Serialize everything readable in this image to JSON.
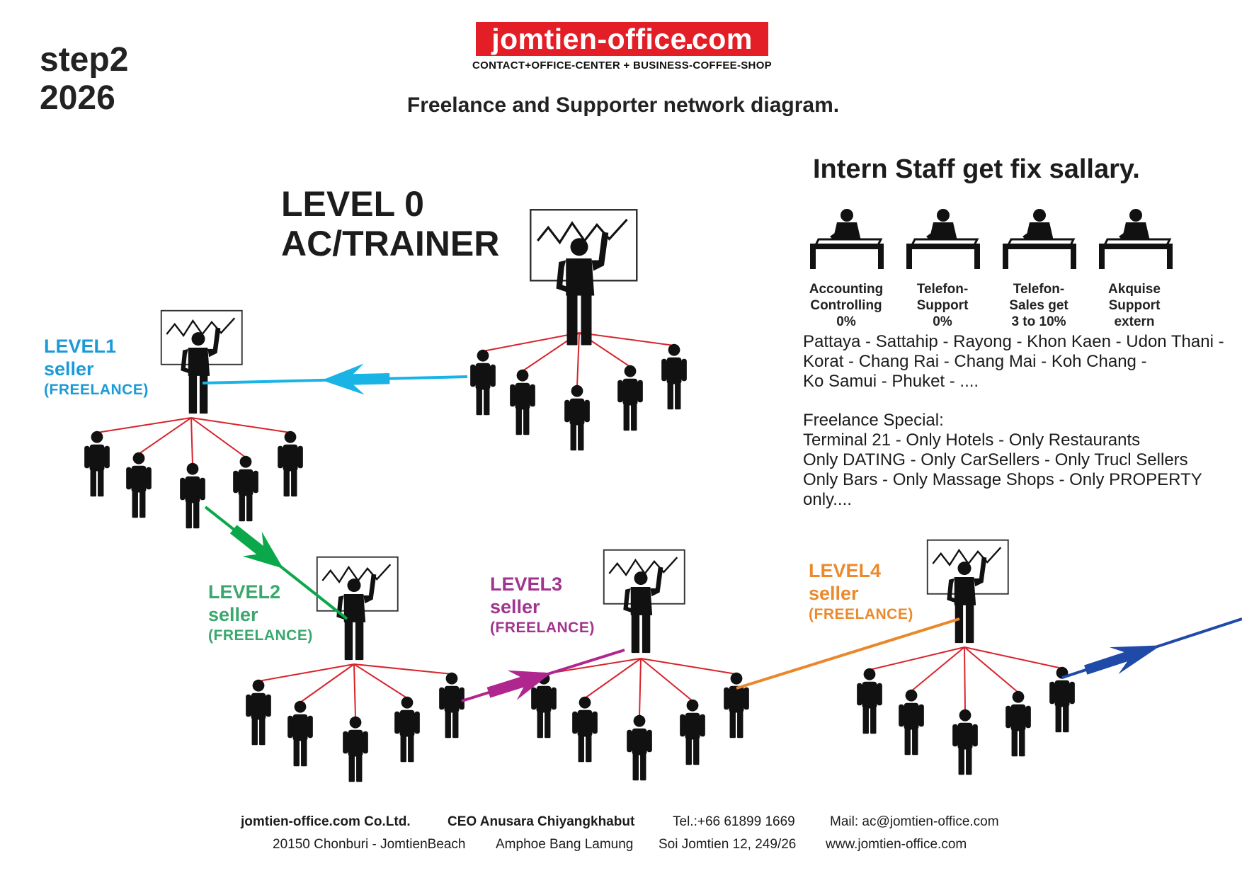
{
  "header": {
    "step": "step2",
    "year": "2026",
    "logo_text_1": "jomtien",
    "logo_text_2": "-office",
    "logo_text_3": "com",
    "logo_tagline": "CONTACT+OFFICE-CENTER + BUSINESS-COFFEE-SHOP",
    "title": "Freelance  and Supporter network diagram."
  },
  "levels": [
    {
      "title_1": "LEVEL 0",
      "title_2": "AC/TRAINER"
    },
    {
      "title_1": "LEVEL1",
      "title_2": "seller",
      "tag": "(FREELANCE)",
      "color": "#1b9ad8"
    },
    {
      "title_1": "LEVEL2",
      "title_2": "seller",
      "tag": "(FREELANCE)",
      "color": "#3aa76d"
    },
    {
      "title_1": "LEVEL3",
      "title_2": "seller",
      "tag": "(FREELANCE)",
      "color": "#a1348e"
    },
    {
      "title_1": "LEVEL4",
      "title_2": "seller",
      "tag": "(FREELANCE)",
      "color": "#ea8a2d"
    }
  ],
  "intern": {
    "title": "Intern Staff get fix sallary.",
    "roles": [
      {
        "line1": "Accounting",
        "line2": "Controlling",
        "line3": "0%"
      },
      {
        "line1": "Telefon-",
        "line2": "Support",
        "line3": "0%"
      },
      {
        "line1": "Telefon-",
        "line2": "Sales get",
        "line3": "3 to 10%"
      },
      {
        "line1": "Akquise",
        "line2": "Support",
        "line3": "extern"
      }
    ]
  },
  "locations": [
    "Pattaya - Sattahip - Rayong - Khon Kaen - Udon Thani -",
    "Korat - Chang Rai - Chang Mai - Koh Chang -",
    "Ko Samui - Phuket - ...."
  ],
  "freelance_special": [
    "Freelance Special:",
    "Terminal 21 - Only Hotels - Only Restaurants",
    "Only DATING - Only CarSellers - Only Trucl Sellers",
    "Only Bars - Only Massage Shops - Only PROPERTY",
    "only...."
  ],
  "footer": {
    "company": "jomtien-office.com Co.Ltd.",
    "ceo": "CEO Anusara Chiyangkhabut",
    "tel": "Tel.:+66 61899 1669",
    "mail": "Mail: ac@jomtien-office.com",
    "address": "20150 Chonburi - JomtienBeach",
    "amphoe": "Amphoe Bang Lamung",
    "soi": "Soi Jomtien 12,  249/26",
    "web": "www.jomtien-office.com"
  },
  "colors": {
    "brand_red": "#e41e26",
    "link_red": "#d7242c",
    "arrow_level1": "#1ab3e6",
    "arrow_level2": "#0aa84a",
    "arrow_level3": "#b0268f",
    "arrow_level4": "#e8882a",
    "arrow_next": "#1f4aa8"
  }
}
